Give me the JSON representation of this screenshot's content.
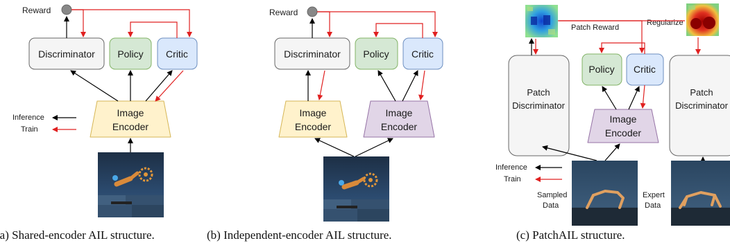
{
  "panel_a": {
    "reward": "Reward",
    "discriminator": "Discriminator",
    "policy": "Policy",
    "critic": "Critic",
    "encoder_line1": "Image",
    "encoder_line2": "Encoder",
    "legend_inference": "Inference",
    "legend_train": "Train",
    "caption": "(a) Shared-encoder AIL structure."
  },
  "panel_b": {
    "reward": "Reward",
    "discriminator": "Discriminator",
    "policy": "Policy",
    "critic": "Critic",
    "encoder1_line1": "Image",
    "encoder1_line2": "Encoder",
    "encoder2_line1": "Image",
    "encoder2_line2": "Encoder",
    "caption": "(b) Independent-encoder AIL structure."
  },
  "panel_c": {
    "patch_reward": "Patch Reward",
    "regularize": "Regularize",
    "left_disc_line1": "Patch",
    "left_disc_line2": "Discriminator",
    "right_disc_line1": "Patch",
    "right_disc_line2": "Discriminator",
    "policy": "Policy",
    "critic": "Critic",
    "encoder_line1": "Image",
    "encoder_line2": "Encoder",
    "legend_inference": "Inference",
    "legend_train": "Train",
    "sampled_line1": "Sampled",
    "sampled_line2": "Data",
    "expert_line1": "Expert",
    "expert_line2": "Data",
    "caption": "(c) PatchAIL structure."
  },
  "colors": {
    "disc_fill": "#f5f5f5",
    "disc_stroke": "#666666",
    "policy_fill": "#d5e8d4",
    "policy_stroke": "#82b366",
    "critic_fill": "#dae8fc",
    "critic_stroke": "#6c8ebf",
    "encoder_yellow_fill": "#fff2cc",
    "encoder_yellow_stroke": "#d6b656",
    "encoder_purple_fill": "#e1d5e7",
    "encoder_purple_stroke": "#9673a6",
    "train_arrow": "#e02020",
    "inference_arrow": "#000000"
  }
}
